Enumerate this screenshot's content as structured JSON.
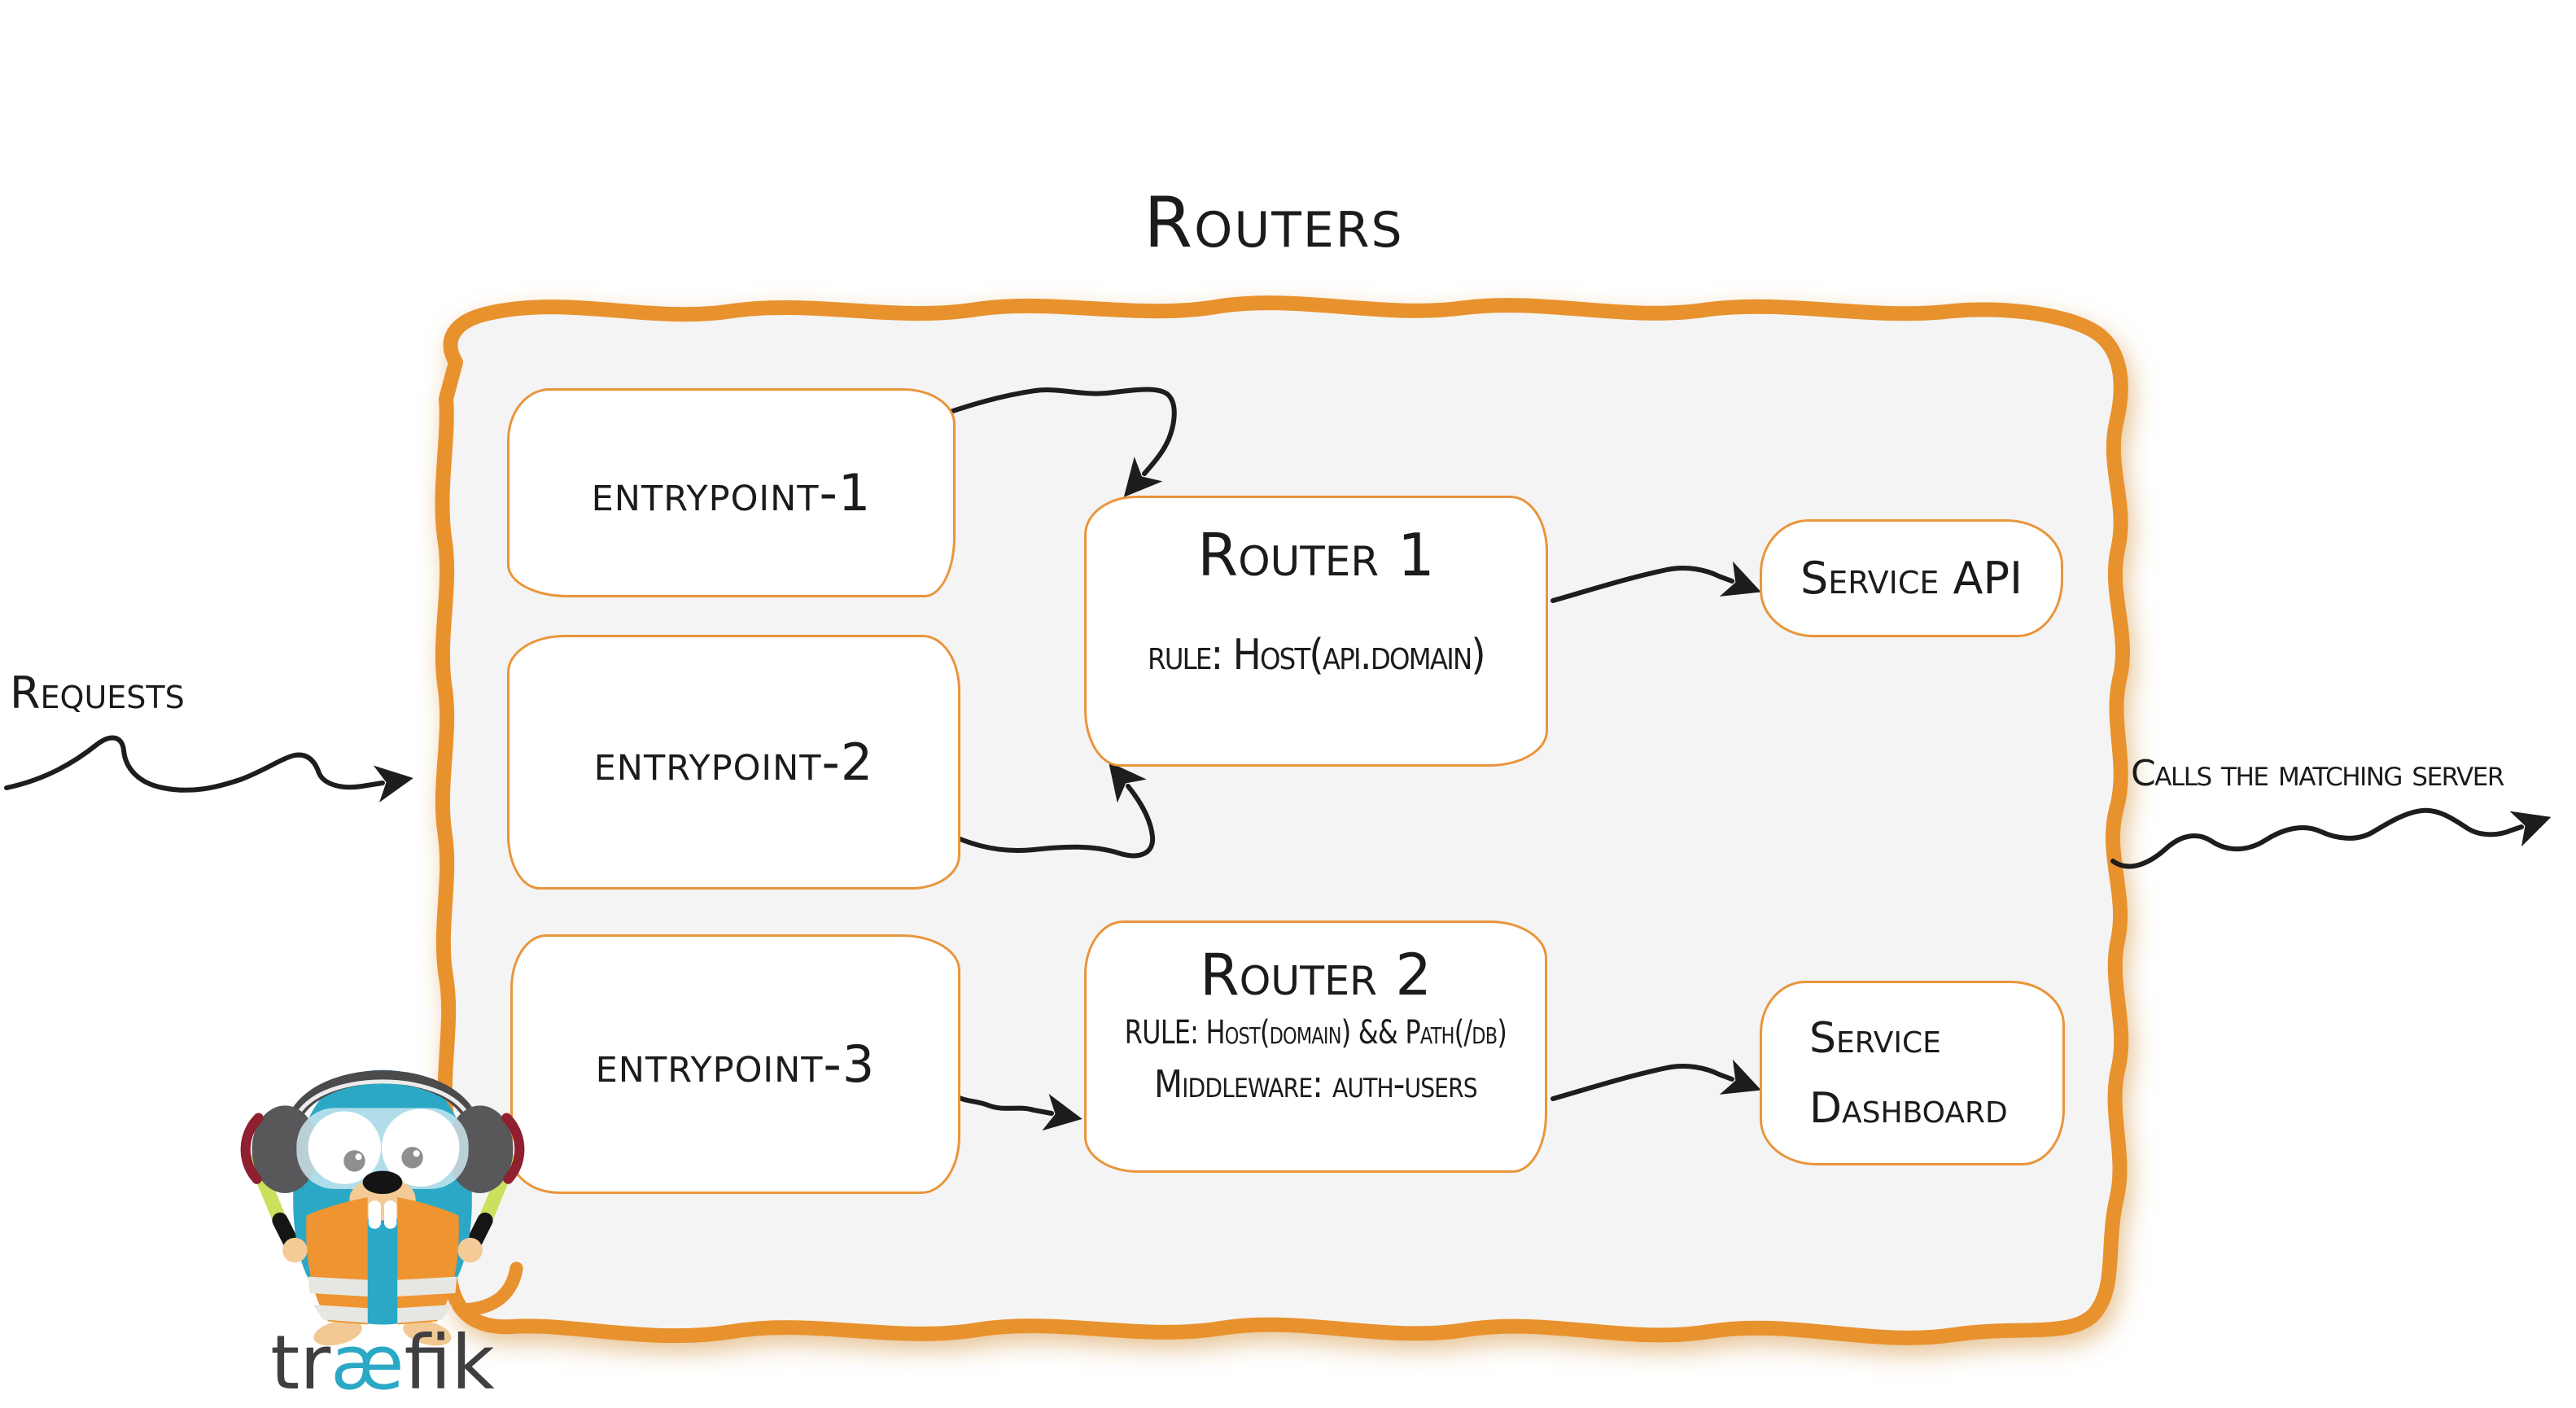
{
  "title": "Routers",
  "labels": {
    "requests": "Requests",
    "calls": "Calls the matching server"
  },
  "entrypoints": [
    {
      "label": "entrypoint-1"
    },
    {
      "label": "entrypoint-2"
    },
    {
      "label": "entrypoint-3"
    }
  ],
  "routers": [
    {
      "name": "Router 1",
      "rule": "rule: Host(api.domain)"
    },
    {
      "name": "Router 2",
      "rule": "RULE: Host(domain) && Path(/db)",
      "middleware": "Middleware: auth-users"
    }
  ],
  "services": [
    {
      "name": "Service API"
    },
    {
      "line1": "Service",
      "line2": "Dashboard"
    }
  ],
  "logo": {
    "wordmark_pre": "tr",
    "wordmark_ae": "æ",
    "wordmark_post": "fik"
  },
  "colors": {
    "accent_orange": "#e8922f",
    "panel_fill": "#f4f4f4",
    "ink": "#1b1b1b",
    "brand_teal": "#2ba8c5"
  }
}
